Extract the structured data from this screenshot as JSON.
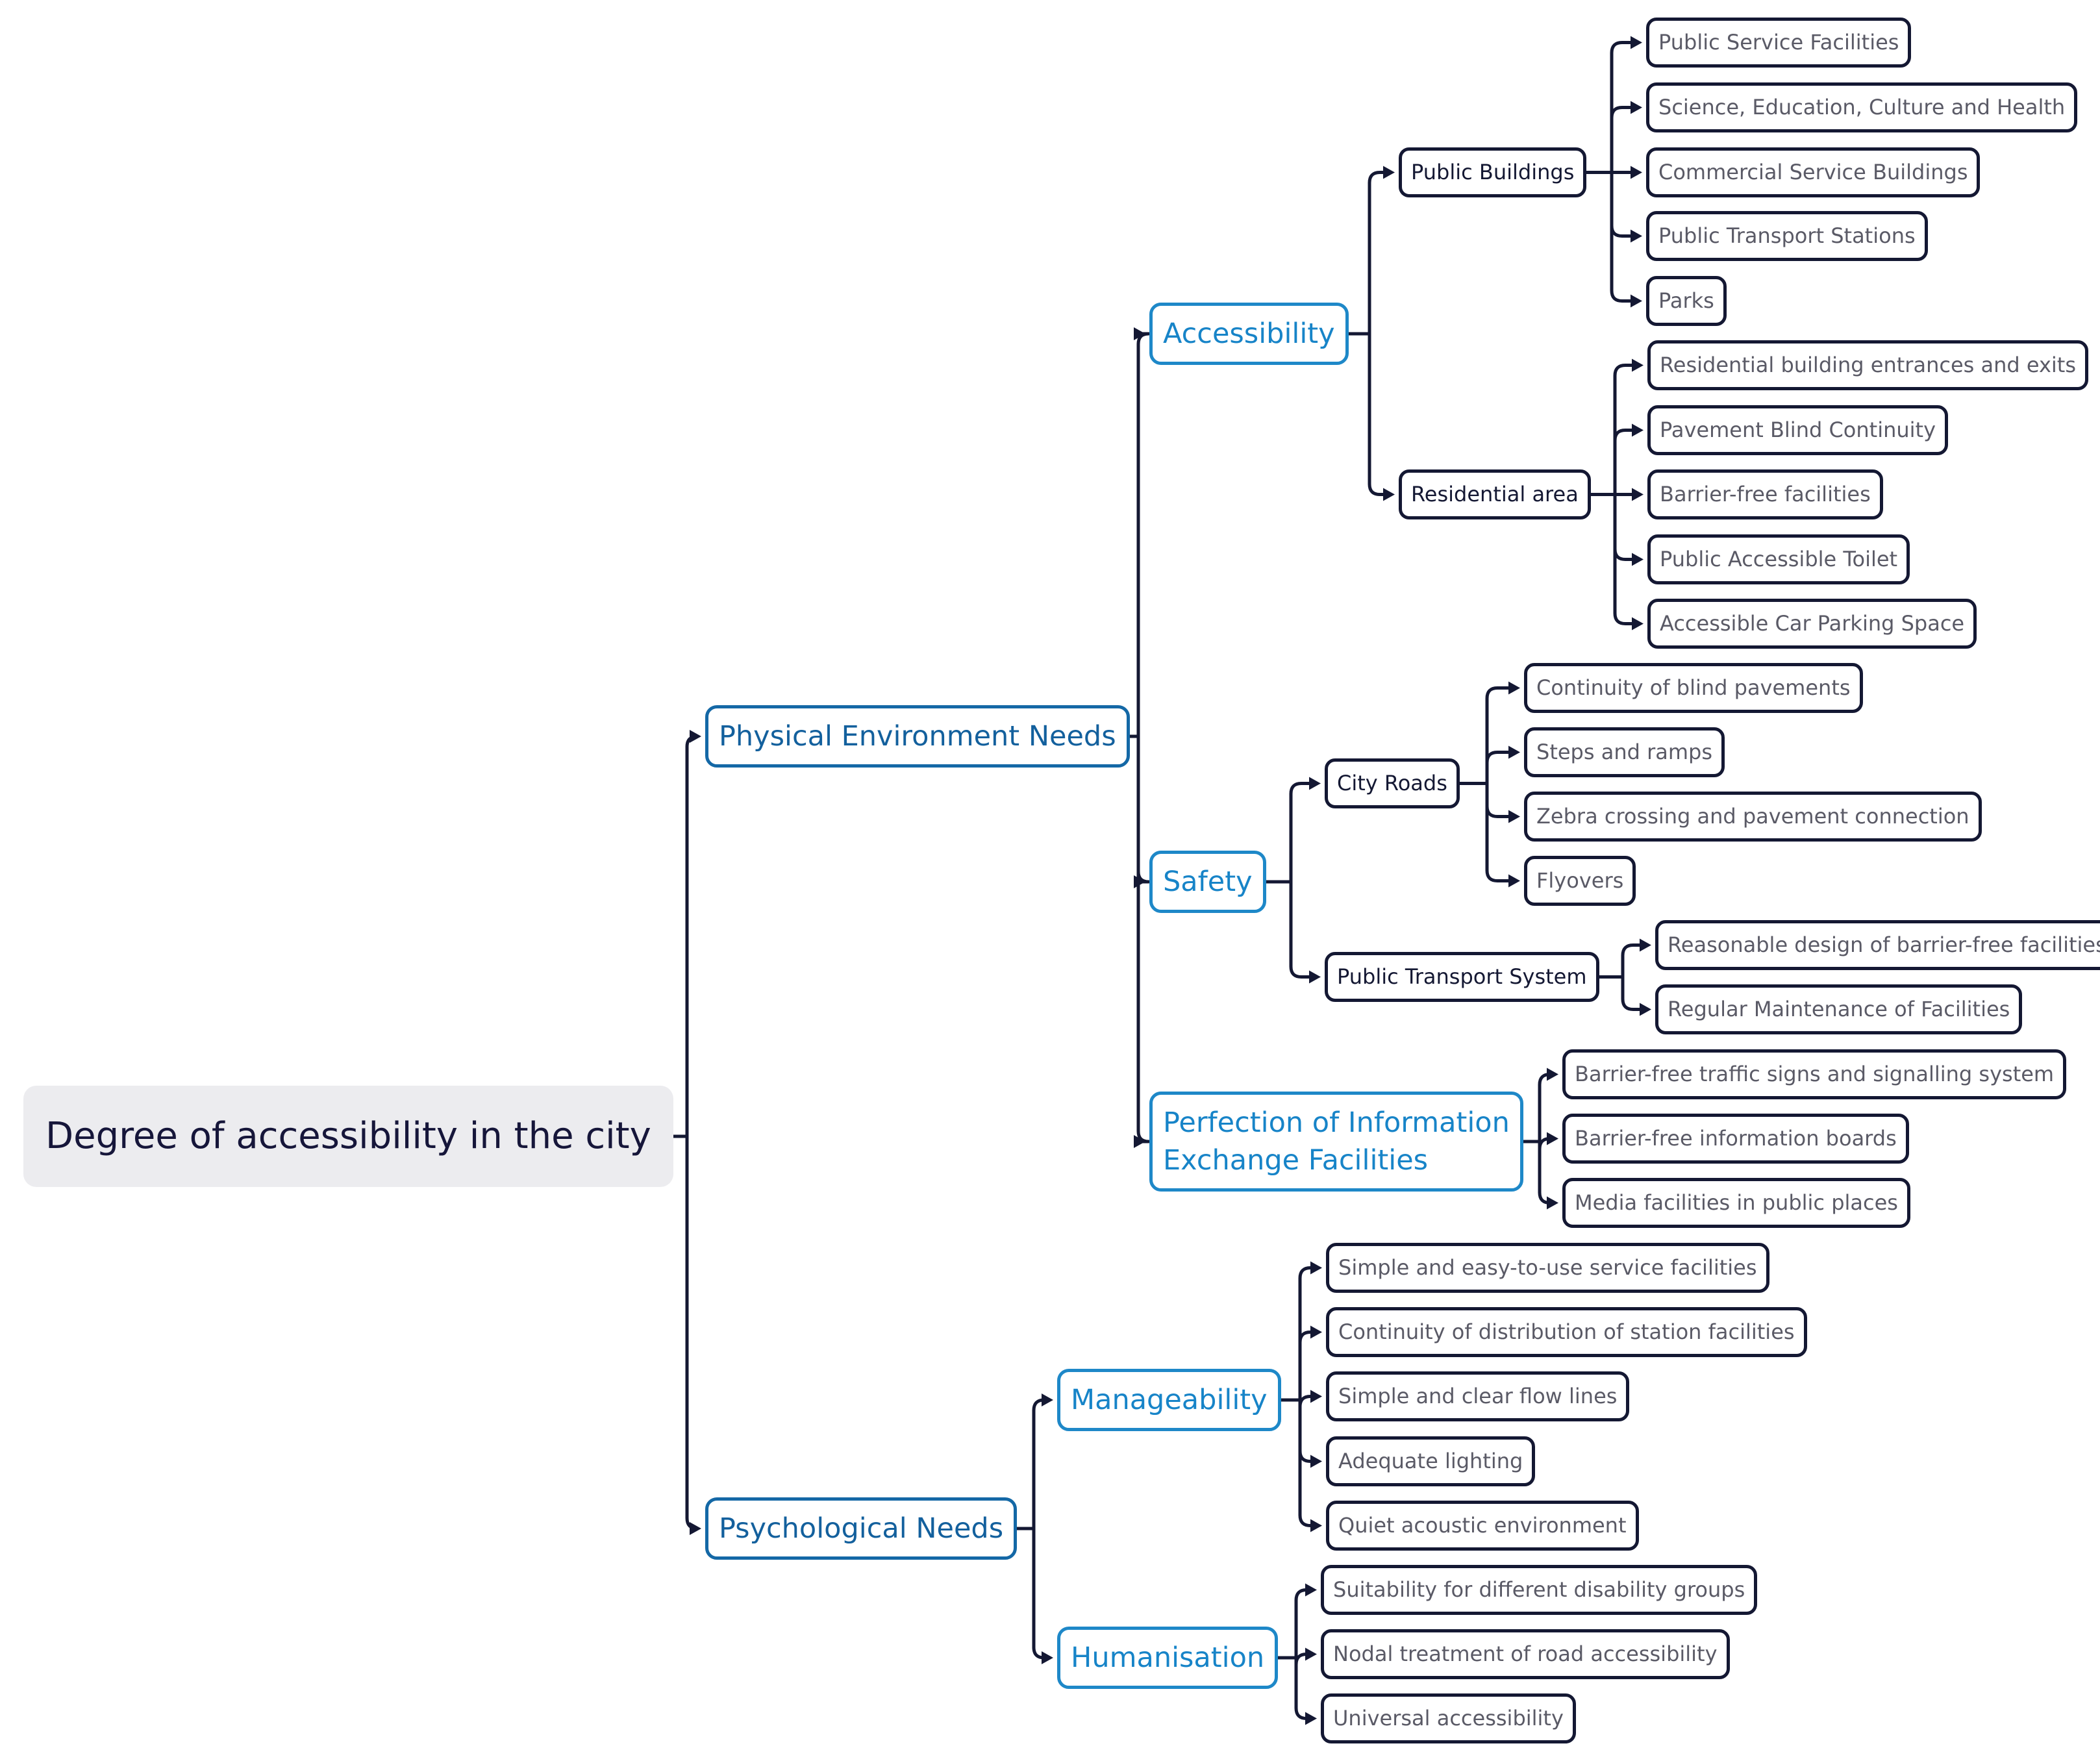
{
  "mindmap": {
    "root": "Degree of accessibility in the city",
    "physical": {
      "label": "Physical Environment Needs",
      "accessibility": {
        "label": "Accessibility",
        "public_buildings": {
          "label": "Public Buildings",
          "items": [
            "Public Service Facilities",
            "Science, Education, Culture and Health",
            "Commercial Service Buildings",
            "Public Transport Stations",
            "Parks"
          ]
        },
        "residential": {
          "label": "Residential area",
          "items": [
            "Residential building entrances and exits",
            "Pavement Blind Continuity",
            "Barrier-free facilities",
            "Public Accessible Toilet",
            "Accessible Car Parking Space"
          ]
        }
      },
      "safety": {
        "label": "Safety",
        "city_roads": {
          "label": "City Roads",
          "items": [
            "Continuity of blind pavements",
            "Steps and ramps",
            "Zebra crossing and pavement connection",
            "Flyovers"
          ]
        },
        "transport": {
          "label": "Public Transport System",
          "items": [
            "Reasonable design of barrier-free facilities",
            "Regular Maintenance of Facilities"
          ]
        }
      },
      "information": {
        "line1": "Perfection of Information",
        "line2": "Exchange Facilities",
        "items": [
          "Barrier-free traffic signs and signalling system",
          "Barrier-free information boards",
          "Media facilities in public places"
        ]
      }
    },
    "psychological": {
      "label": "Psychological Needs",
      "manageability": {
        "label": "Manageability",
        "items": [
          "Simple and easy-to-use service facilities",
          "Continuity of distribution of station facilities",
          "Simple and clear flow lines",
          "Adequate lighting",
          "Quiet acoustic environment"
        ]
      },
      "humanisation": {
        "label": "Humanisation",
        "items": [
          "Suitability for different disability groups",
          "Nodal treatment of road accessibility",
          "Universal accessibility"
        ]
      }
    }
  },
  "colors": {
    "connector": "#141833",
    "level1_border": "#1468a6",
    "level2_border": "#1e88c8",
    "root_bg": "#ececef"
  }
}
